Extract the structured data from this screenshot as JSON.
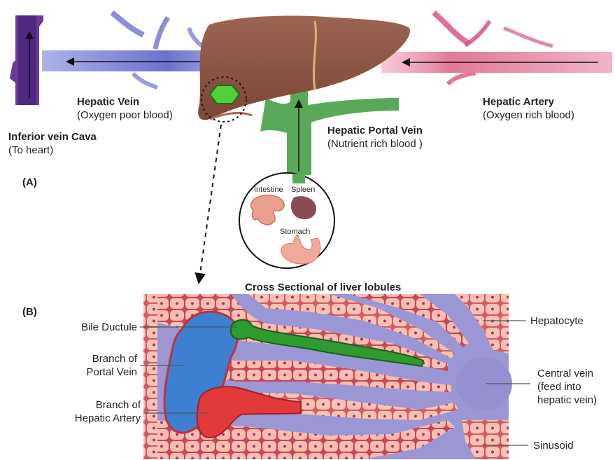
{
  "panel_a": {
    "marker": "(A)",
    "inferior_vena_cava": {
      "title": "Inferior vein Cava",
      "subtitle": "(To heart)"
    },
    "hepatic_vein": {
      "title": "Hepatic Vein",
      "subtitle": "(Oxygen poor blood)"
    },
    "hepatic_artery": {
      "title": "Hepatic Artery",
      "subtitle": "(Oxygen rich blood)"
    },
    "hepatic_portal_vein": {
      "title": "Hepatic Portal Vein",
      "subtitle": "(Nutrient rich blood )"
    },
    "organs": {
      "intestine": "Intestine",
      "spleen": "Spleen",
      "stomach": "Stomach"
    }
  },
  "panel_b": {
    "marker": "(B)",
    "title": "Cross Sectional of liver lobules",
    "labels": {
      "bile_ductule": "Bile Ductule",
      "portal_vein_line1": "Branch of",
      "portal_vein_line2": "Portal Vein",
      "hepatic_artery_line1": "Branch of",
      "hepatic_artery_line2": "Hepatic Artery",
      "hepatocyte": "Hepatocyte",
      "central_vein_line1": "Central vein",
      "central_vein_line2": "(feed into",
      "central_vein_line3": "hepatic vein)",
      "sinusoid": "Sinusoid"
    }
  },
  "colors": {
    "vena_cava": "#5b2d8a",
    "hepatic_vein": "#5560c0",
    "hepatic_artery": "#d9557c",
    "portal_vein": "#5aa85a",
    "liver": "#8b5546",
    "hepatocyte": "#f5b8a8",
    "sinusoid": "#9b97d4",
    "bile": "#2f9a2f",
    "portal_branch": "#3d7fd1",
    "artery_branch": "#e23a3a"
  }
}
